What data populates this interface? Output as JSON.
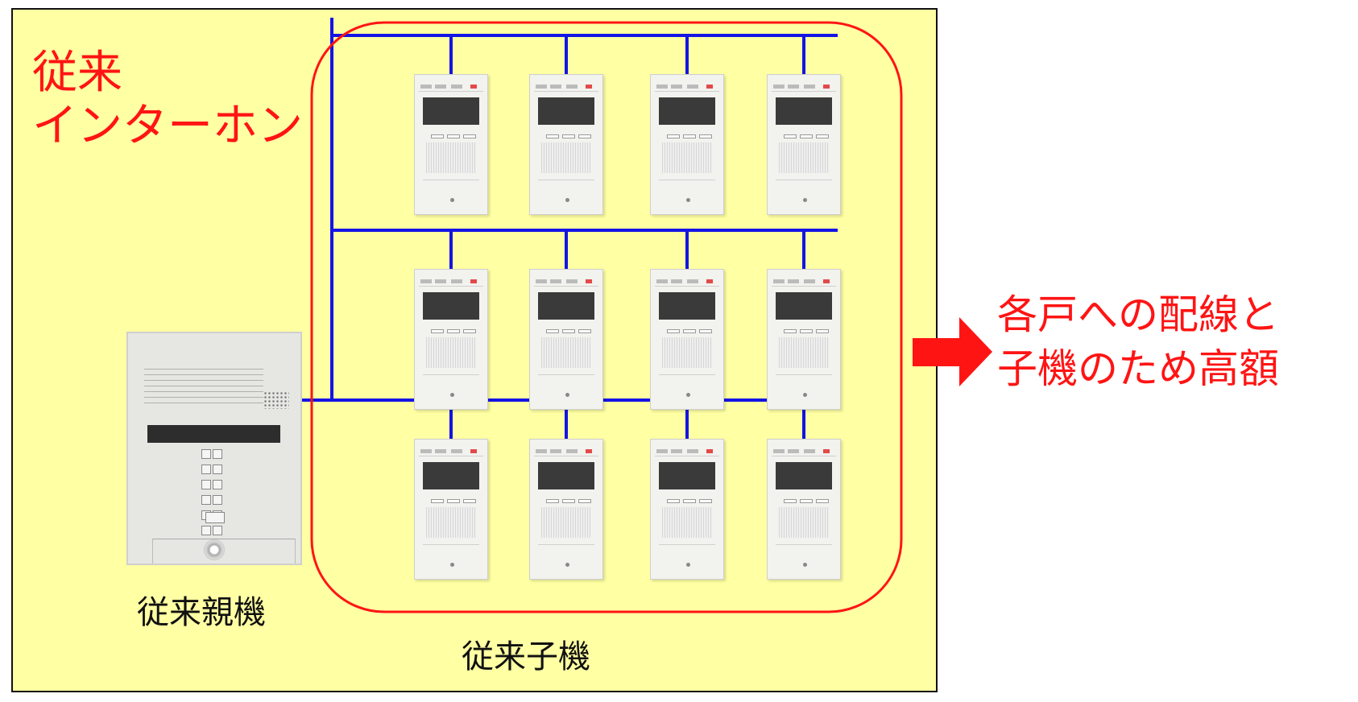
{
  "diagram": {
    "title_lines": [
      "従来",
      "インターホン"
    ],
    "parent_unit_label": "従来親機",
    "child_units_label": "従来子機",
    "cost_note_lines": [
      "各戸への配線と",
      "子機のため高額"
    ],
    "child_unit_count": 12,
    "colors": {
      "background": "#ffffa3",
      "wire": "#1414e6",
      "highlight": "#ff1414",
      "border": "#111111"
    }
  }
}
